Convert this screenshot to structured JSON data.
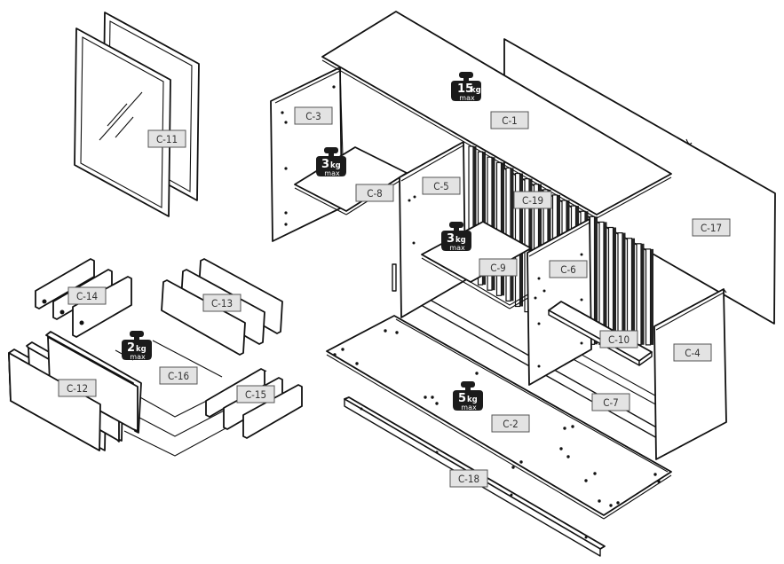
{
  "title": "Sideboard assembly – parts overview",
  "parts": [
    {
      "id": "C-1",
      "label": "C-1",
      "description": "Top panel"
    },
    {
      "id": "C-2",
      "label": "C-2",
      "description": "Bottom panel"
    },
    {
      "id": "C-3",
      "label": "C-3",
      "description": "Left side panel"
    },
    {
      "id": "C-4",
      "label": "C-4",
      "description": "Right side panel"
    },
    {
      "id": "C-5",
      "label": "C-5",
      "description": "Inner divider left"
    },
    {
      "id": "C-6",
      "label": "C-6",
      "description": "Inner divider right"
    },
    {
      "id": "C-7",
      "label": "C-7",
      "description": "Rear rail"
    },
    {
      "id": "C-8",
      "label": "C-8",
      "description": "Left shelf"
    },
    {
      "id": "C-9",
      "label": "C-9",
      "description": "Middle shelf"
    },
    {
      "id": "C-10",
      "label": "C-10",
      "description": "Right shelf strip"
    },
    {
      "id": "C-11",
      "label": "C-11",
      "description": "Glass doors"
    },
    {
      "id": "C-12",
      "label": "C-12",
      "description": "Drawer fronts"
    },
    {
      "id": "C-13",
      "label": "C-13",
      "description": "Drawer backs"
    },
    {
      "id": "C-14",
      "label": "C-14",
      "description": "Drawer sides left"
    },
    {
      "id": "C-15",
      "label": "C-15",
      "description": "Drawer sides right"
    },
    {
      "id": "C-16",
      "label": "C-16",
      "description": "Drawer bottoms"
    },
    {
      "id": "C-17",
      "label": "C-17",
      "description": "Back panel"
    },
    {
      "id": "C-18",
      "label": "C-18",
      "description": "Plinth strip"
    },
    {
      "id": "C-19",
      "label": "C-19",
      "description": "Slatted panel"
    }
  ],
  "load_limits": [
    {
      "part": "C-1",
      "value": "15",
      "unit": "kg",
      "qualifier": "max"
    },
    {
      "part": "C-8",
      "value": "3",
      "unit": "kg",
      "qualifier": "max"
    },
    {
      "part": "C-9",
      "value": "3",
      "unit": "kg",
      "qualifier": "max"
    },
    {
      "part": "C-16",
      "value": "2",
      "unit": "kg",
      "qualifier": "max"
    },
    {
      "part": "C-2",
      "value": "5",
      "unit": "kg",
      "qualifier": "max"
    }
  ]
}
